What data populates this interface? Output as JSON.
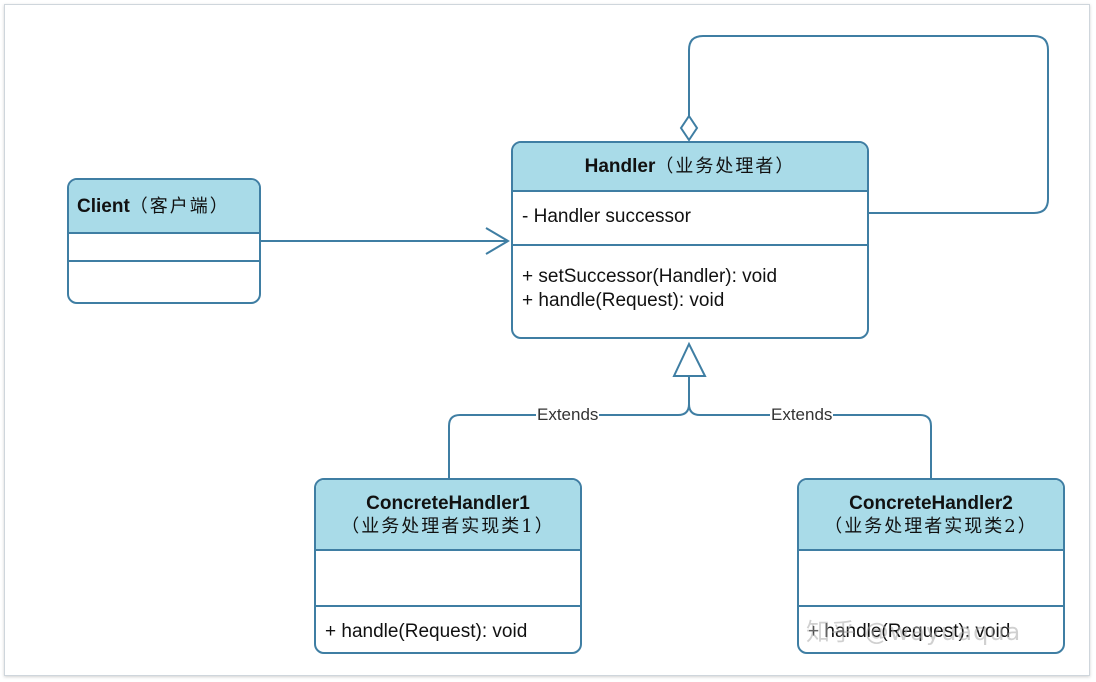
{
  "client": {
    "title": "Client",
    "subtitle": "（客户端）"
  },
  "handler": {
    "title": "Handler",
    "subtitle": "（业务处理者）",
    "attributes": [
      "- Handler successor"
    ],
    "methods": [
      "+ setSuccessor(Handler): void",
      "+ handle(Request): void"
    ]
  },
  "concrete1": {
    "title": "ConcreteHandler1",
    "subtitle": "（业务处理者实现类1）",
    "methods": [
      "+ handle(Request): void"
    ]
  },
  "concrete2": {
    "title": "ConcreteHandler2",
    "subtitle": "（业务处理者实现类2）",
    "methods": [
      "+ handle(Request): void"
    ]
  },
  "edges": {
    "extends_left": "Extends",
    "extends_right": "Extends"
  },
  "watermark": "知乎 @wayuaqua",
  "colors": {
    "border": "#3f7ea3",
    "header_fill": "#a9dbe8"
  }
}
